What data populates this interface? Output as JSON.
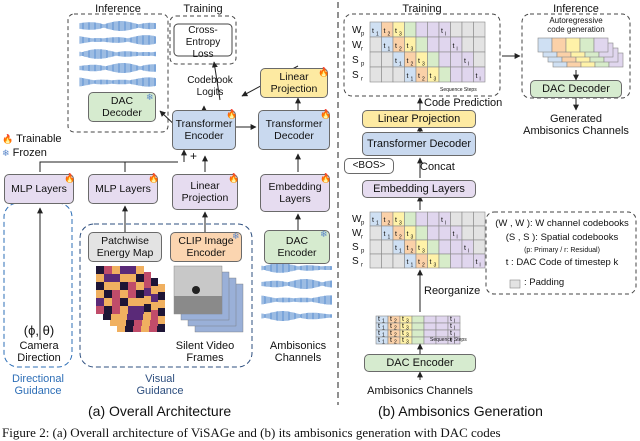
{
  "left": {
    "inference_title": "Inference",
    "training_title": "Training",
    "cross_entropy": "Cross-Entropy\nLoss",
    "codebook_logits": "Codebook\nLogits",
    "dac_decoder": "DAC\nDecoder",
    "linear_projection_top": "Linear\nProjection",
    "transformer_encoder": "Transformer\nEncoder",
    "transformer_decoder": "Transformer\nDecoder",
    "legend_trainable": "Trainable",
    "legend_frozen": "Frozen",
    "plus": "+",
    "mlp_layers_1": "MLP Layers",
    "mlp_layers_2": "MLP Layers",
    "linear_projection_mid": "Linear\nProjection",
    "embedding_layers": "Embedding\nLayers",
    "patchwise_energy_map": "Patchwise\nEnergy Map",
    "clip_image_encoder": "CLIP Image\nEncoder",
    "dac_encoder": "DAC\nEncoder",
    "camera_symbol": "(ϕ, θ)",
    "camera_direction": "Camera\nDirection",
    "silent_video_frames": "Silent Video\nFrames",
    "ambisonics_channels": "Ambisonics\nChannels",
    "directional_guidance": "Directional\nGuidance",
    "visual_guidance": "Visual\nGuidance",
    "caption": "(a) Overall Architecture"
  },
  "right": {
    "training_title": "Training",
    "inference_title": "Inference",
    "autoregressive": "Autoregressive\ncode generation",
    "sequence_steps_top": "Sequence Steps",
    "sequence_steps_bottom": "Sequence Steps",
    "code_prediction": "Code Prediction",
    "linear_projection": "Linear Projection",
    "transformer_decoder": "Transformer Decoder",
    "bos": "<BOS>",
    "concat": "Concat",
    "embedding_layers": "Embedding Layers",
    "dac_decoder": "DAC Decoder",
    "generated": "Generated\nAmbisonics Channels",
    "reorganize": "Reorganize",
    "dac_encoder": "DAC Encoder",
    "ambisonics_channels": "Ambisonics Channels",
    "row_labels": [
      "W",
      "W",
      "S",
      "S"
    ],
    "row_subs": [
      "p",
      "r",
      "p",
      "r"
    ],
    "tokens": [
      "t",
      "t",
      "t",
      "t"
    ],
    "token_subs": [
      "1",
      "2",
      "3",
      "l"
    ],
    "legend_line1": "(W , W ): W channel codebooks",
    "legend_line2": "(S , S ): Spatial codebooks",
    "legend_line3": "(p: Primary / r: Residual)",
    "legend_line4": "t : DAC Code of timestep k",
    "legend_line5": ": Padding",
    "caption": "(b) Ambisonics Generation"
  },
  "footer": "Figure 2:   (a) Overall architecture of ViSAGe and (b) its ambisonics generation with DAC codes",
  "colors": {
    "green": "#d6ebcf",
    "purple": "#e6dcf0",
    "blue": "#c9d9ef",
    "yellow": "#fdeaa2",
    "orange": "#fbd5b0",
    "grey": "#e3e3e3",
    "cell_blue": "#cfe0f3",
    "cell_orange": "#fbd1a8",
    "cell_yellow": "#fff2a8",
    "cell_green": "#d7ecc9",
    "cell_purple": "#e0d6ee",
    "waveform": "#5b8fd0",
    "guidance_blue": "#2e6fb7"
  }
}
